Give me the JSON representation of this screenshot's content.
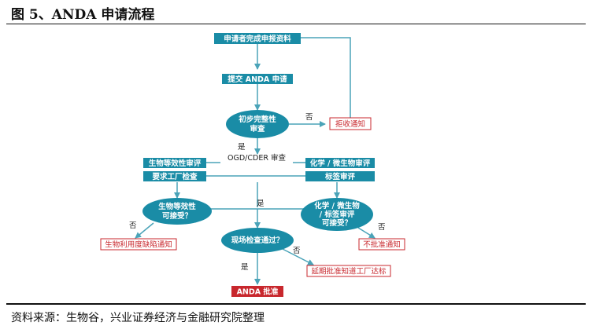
{
  "title": "图 5、ANDA 申请流程",
  "caption": "资料来源：生物谷，兴业证券经济与金融研究院整理",
  "colors": {
    "teal": "#1a8ca6",
    "red": "#c8272d",
    "line": "#4aa3b8"
  },
  "nodes": {
    "submit": "申请者完成申报资料",
    "submit_anda": "提交 ANDA 申请",
    "initial_review": [
      "初步完整性",
      "审查"
    ],
    "reject_notice": "拒收通知",
    "ogd_review": "OGD/CDER 审查",
    "bioequiv_review": "生物等效性审评",
    "factory_inspection": "要求工厂检查",
    "chem_review": "化学 / 微生物审评",
    "label_review": "标签审评",
    "bioequiv_accept": [
      "生物等效性",
      "可接受？"
    ],
    "chem_accept": [
      "化学 / 微生物",
      "/ 标签审评",
      "可接受？"
    ],
    "bio_deficiency": "生物利用度缺陷通知",
    "not_approved": "不批准通知",
    "site_inspection": "现场检查通过？",
    "delay_approval": "延期批准知道工厂达标",
    "approval": "ANDA 批准"
  },
  "edges": {
    "no_label": "否",
    "yes_label": "是"
  }
}
